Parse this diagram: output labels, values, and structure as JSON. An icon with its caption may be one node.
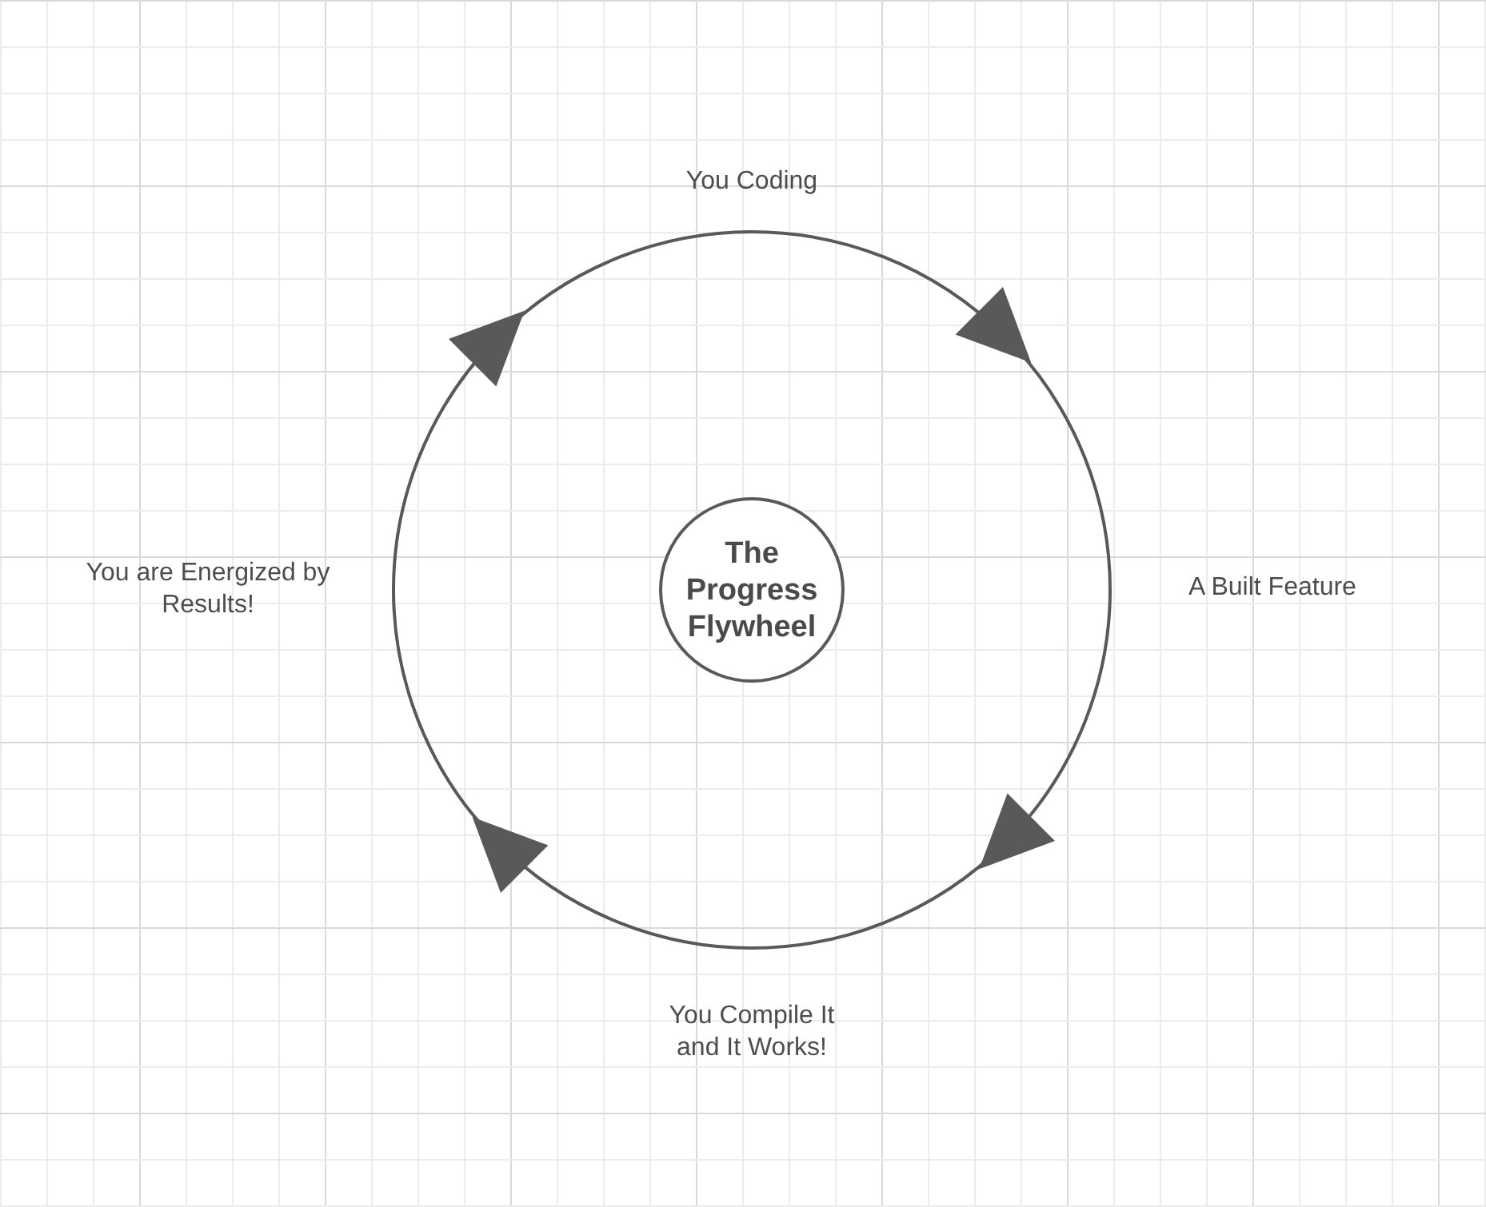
{
  "diagram": {
    "nodes": [
      {
        "text": [
          "The Progress Flywheel"
        ]
      }
    ],
    "labels": [
      "You Coding",
      "You are Energized by Results!",
      "A Built Feature",
      "You Compile It and It Works!"
    ]
  }
}
